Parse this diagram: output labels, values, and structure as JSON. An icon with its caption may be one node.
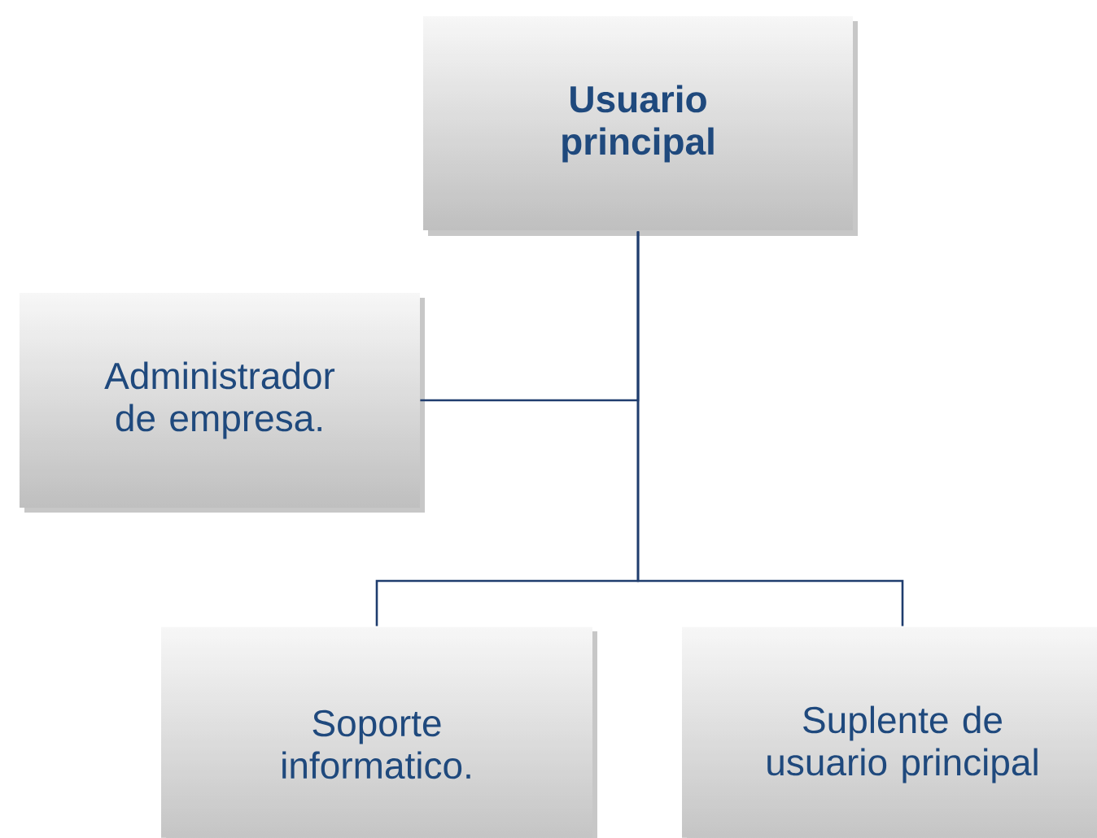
{
  "diagram": {
    "nodes": [
      {
        "text": [
          "Usuario principal"
        ]
      },
      {
        "text": [
          "Administrador de empresa."
        ]
      },
      {
        "text": [
          "Soporte informatico."
        ]
      },
      {
        "text": [
          "Suplente de usuario principal"
        ]
      }
    ],
    "edges": [
      {
        "from": 0,
        "to": 1,
        "arrow": "none"
      },
      {
        "from": 0,
        "to": 2,
        "arrow": "none"
      },
      {
        "from": 0,
        "to": 3,
        "arrow": "none"
      }
    ]
  }
}
